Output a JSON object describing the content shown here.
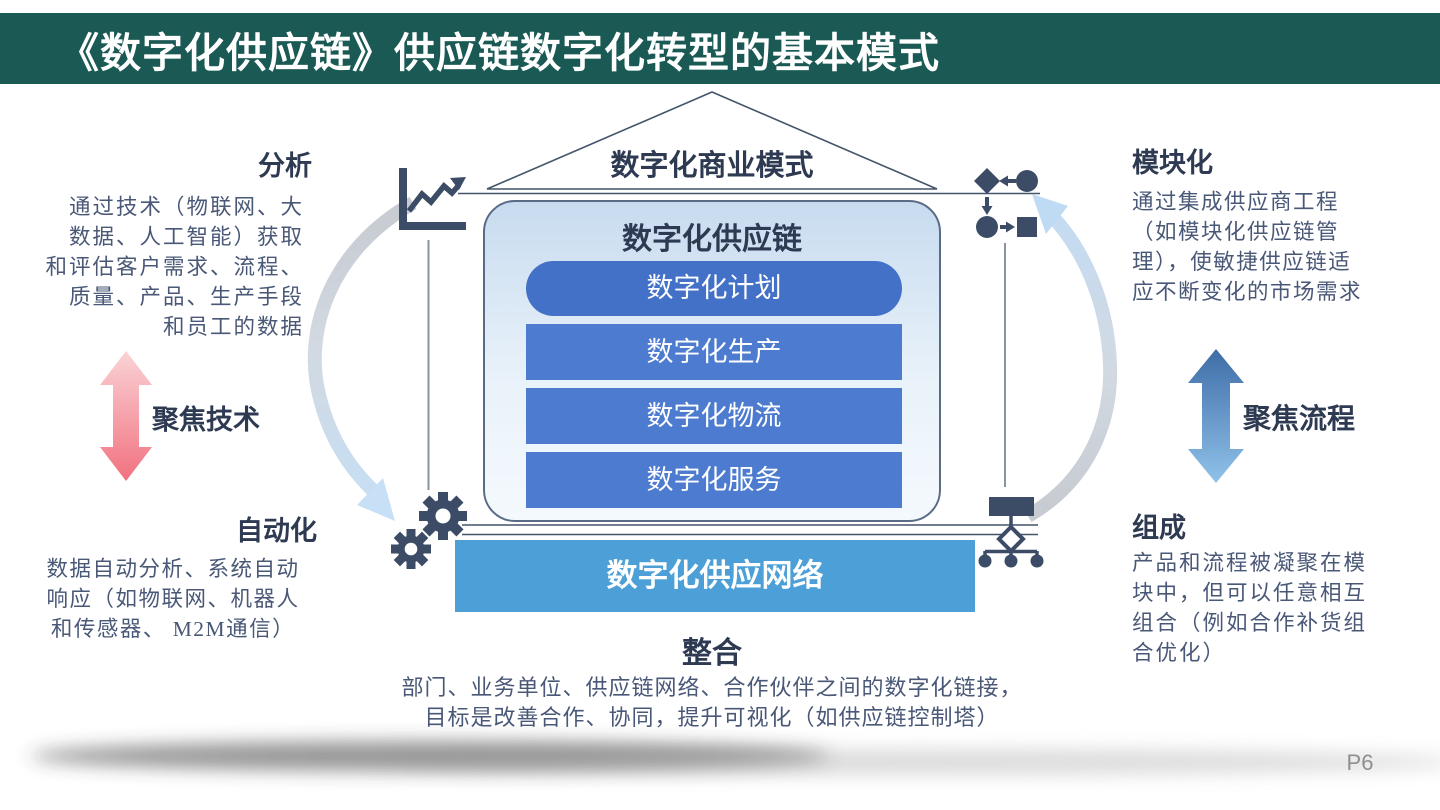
{
  "title": {
    "text": "《数字化供应链》供应链数字化转型的基本模式"
  },
  "house": {
    "roof_label": "数字化商业模式",
    "container_label": "数字化供应链",
    "pills": [
      "数字化计划",
      "数字化生产",
      "数字化物流",
      "数字化服务"
    ],
    "network_label": "数字化供应网络",
    "integration": {
      "heading": "整合",
      "body": "部门、业务单位、供应链网络、合作伙伴之间的数字化链接，\n目标是改善合作、协同，提升可视化（如供应链控制塔）"
    }
  },
  "left": {
    "analysis": {
      "heading": "分析",
      "body": "通过技术（物联网、大\n数据、人工智能）获取\n和评估客户需求、流程、\n质量、产品、生产手段\n和员工的数据"
    },
    "focus_label": "聚焦技术",
    "automation": {
      "heading": "自动化",
      "body": "数据自动分析、系统自动\n响应（如物联网、机器人\n和传感器、 M2M通信）"
    }
  },
  "right": {
    "modularity": {
      "heading": "模块化",
      "body": "通过集成供应商工程\n（如模块化供应链管\n理），使敏捷供应链适\n应不断变化的市场需求"
    },
    "focus_label": "聚焦流程",
    "composition": {
      "heading": "组成",
      "body": "产品和流程被凝聚在模\n块中，但可以任意相互\n组合（例如合作补货组\n合优化）"
    }
  },
  "footer": {
    "page": "P6"
  },
  "icons": {
    "top_left": "trend-chart",
    "bottom_left": "gears",
    "top_right": "flowchart",
    "bottom_right": "org-tree"
  },
  "colors": {
    "title_bar": "#1A5954",
    "plan_pill": "#4271C7",
    "layer_bar": "#4C7BD0",
    "network_bar": "#4C9FD7",
    "heading_text": "#2E3A52",
    "body_text": "#4A5878",
    "icon": "#3C4C66",
    "tech_arrow_pink": "#F1717F",
    "process_arrow_blue": "#3E6DA6"
  }
}
